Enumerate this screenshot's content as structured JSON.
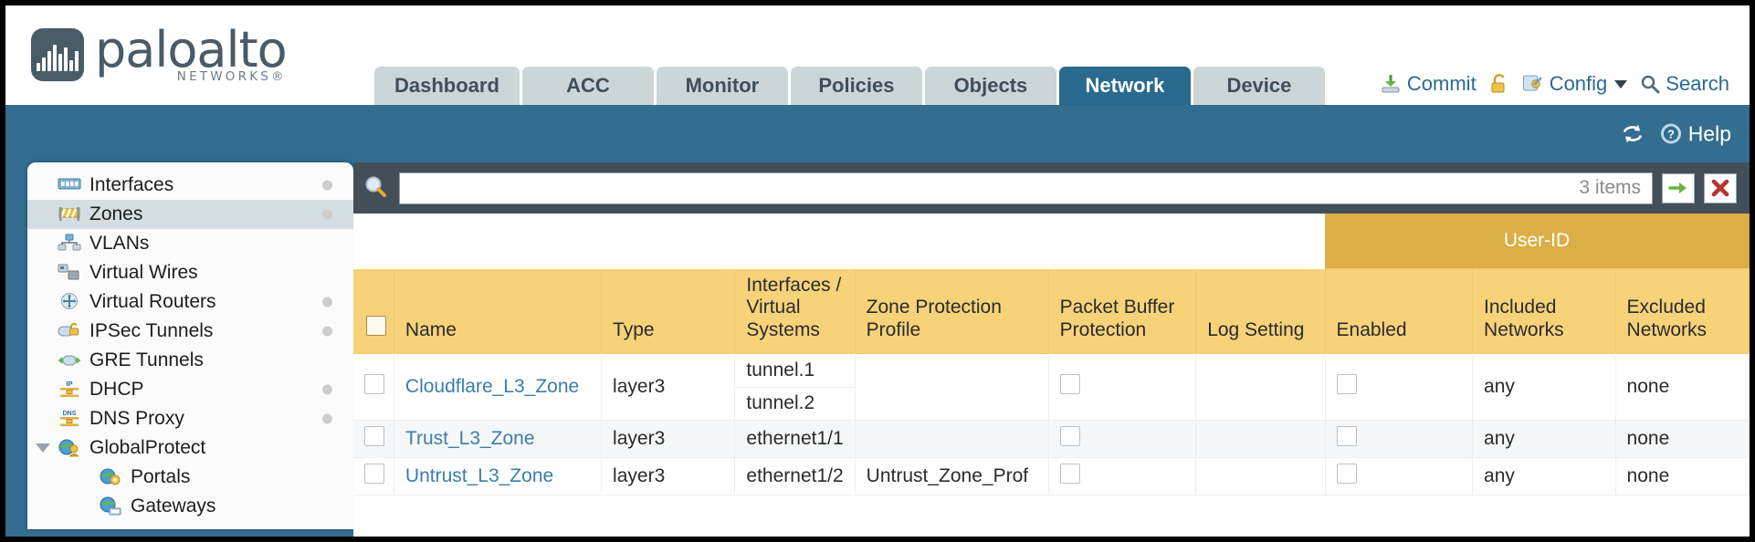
{
  "brand": {
    "name": "paloalto",
    "sub": "NETWORKS®"
  },
  "tabs": [
    {
      "label": "Dashboard",
      "active": false
    },
    {
      "label": "ACC",
      "active": false
    },
    {
      "label": "Monitor",
      "active": false
    },
    {
      "label": "Policies",
      "active": false
    },
    {
      "label": "Objects",
      "active": false
    },
    {
      "label": "Network",
      "active": true
    },
    {
      "label": "Device",
      "active": false
    }
  ],
  "top_actions": {
    "commit": "Commit",
    "config": "Config",
    "search": "Search"
  },
  "band": {
    "help": "Help"
  },
  "sidebar": {
    "items": [
      {
        "label": "Interfaces",
        "icon": "interfaces-icon",
        "dot": true,
        "selected": false,
        "sub": false,
        "expander": false
      },
      {
        "label": "Zones",
        "icon": "zones-icon",
        "dot": true,
        "selected": true,
        "sub": false,
        "expander": false
      },
      {
        "label": "VLANs",
        "icon": "vlans-icon",
        "dot": false,
        "selected": false,
        "sub": false,
        "expander": false
      },
      {
        "label": "Virtual Wires",
        "icon": "virtual-wires-icon",
        "dot": false,
        "selected": false,
        "sub": false,
        "expander": false
      },
      {
        "label": "Virtual Routers",
        "icon": "virtual-routers-icon",
        "dot": true,
        "selected": false,
        "sub": false,
        "expander": false
      },
      {
        "label": "IPSec Tunnels",
        "icon": "ipsec-tunnels-icon",
        "dot": true,
        "selected": false,
        "sub": false,
        "expander": false
      },
      {
        "label": "GRE Tunnels",
        "icon": "gre-tunnels-icon",
        "dot": false,
        "selected": false,
        "sub": false,
        "expander": false
      },
      {
        "label": "DHCP",
        "icon": "dhcp-icon",
        "dot": true,
        "selected": false,
        "sub": false,
        "expander": false
      },
      {
        "label": "DNS Proxy",
        "icon": "dns-proxy-icon",
        "dot": true,
        "selected": false,
        "sub": false,
        "expander": false
      },
      {
        "label": "GlobalProtect",
        "icon": "globalprotect-icon",
        "dot": false,
        "selected": false,
        "sub": false,
        "expander": true
      },
      {
        "label": "Portals",
        "icon": "portals-icon",
        "dot": false,
        "selected": false,
        "sub": true,
        "expander": false
      },
      {
        "label": "Gateways",
        "icon": "gateways-icon",
        "dot": false,
        "selected": false,
        "sub": true,
        "expander": false
      }
    ]
  },
  "filter": {
    "value": "",
    "placeholder": "",
    "items_count": "3 items"
  },
  "table": {
    "group_header": "User-ID",
    "columns": [
      "Name",
      "Type",
      "Interfaces / Virtual Systems",
      "Zone Protection Profile",
      "Packet Buffer Protection",
      "Log Setting",
      "Enabled",
      "Included Networks",
      "Excluded Networks"
    ],
    "rows": [
      {
        "name": "Cloudflare_L3_Zone",
        "type": "layer3",
        "interfaces": [
          "tunnel.1",
          "tunnel.2"
        ],
        "zone_protection_profile": "",
        "packet_buffer_protection": false,
        "log_setting": "",
        "enabled": false,
        "included_networks": "any",
        "excluded_networks": "none"
      },
      {
        "name": "Trust_L3_Zone",
        "type": "layer3",
        "interfaces": [
          "ethernet1/1"
        ],
        "zone_protection_profile": "",
        "packet_buffer_protection": false,
        "log_setting": "",
        "enabled": false,
        "included_networks": "any",
        "excluded_networks": "none"
      },
      {
        "name": "Untrust_L3_Zone",
        "type": "layer3",
        "interfaces": [
          "ethernet1/2"
        ],
        "zone_protection_profile": "Untrust_Zone_Prof",
        "packet_buffer_protection": false,
        "log_setting": "",
        "enabled": false,
        "included_networks": "any",
        "excluded_networks": "none"
      }
    ]
  },
  "colors": {
    "brand_blue": "#336d8f",
    "tab_active": "#2b6a8f",
    "header_gold": "#f7d279",
    "group_gold": "#dbaf45",
    "link": "#3b7ea8"
  }
}
